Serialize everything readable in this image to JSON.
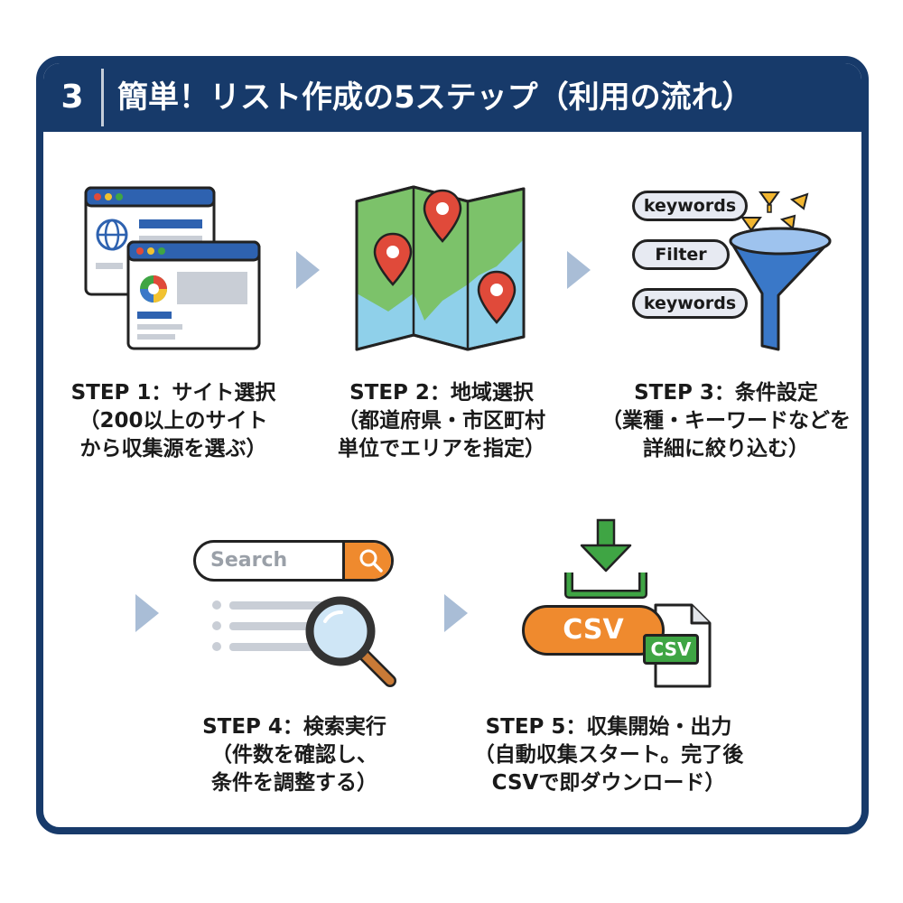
{
  "header": {
    "number": "3",
    "title": "簡単！リスト作成の5ステップ（利用の流れ）"
  },
  "steps": [
    {
      "title": "STEP 1：サイト選択",
      "desc1": "（200以上のサイト",
      "desc2": "から収集源を選ぶ）"
    },
    {
      "title": "STEP 2：地域選択",
      "desc1": "（都道府県・市区町村",
      "desc2": "単位でエリアを指定）"
    },
    {
      "title": "STEP 3：条件設定",
      "desc1": "（業種・キーワードなどを",
      "desc2": "詳細に絞り込む）"
    },
    {
      "title": "STEP 4：検索実行",
      "desc1": "（件数を確認し、",
      "desc2": "条件を調整する）"
    },
    {
      "title": "STEP 5：収集開始・出力",
      "desc1": "（自動収集スタート。完了後",
      "desc2": "CSVで即ダウンロード）"
    }
  ],
  "illustrations": {
    "step3_tags": [
      "keywords",
      "Filter",
      "keywords"
    ],
    "step4_search_placeholder": "Search",
    "step5_bar_label": "CSV",
    "step5_file_label": "CSV"
  },
  "icons": {
    "step1": "browser-windows-icon",
    "step2": "map-pins-icon",
    "step3": "filter-funnel-icon",
    "step4": "search-magnifier-icon",
    "step5": "csv-download-icon",
    "arrow": "chevron-right-icon"
  },
  "colors": {
    "navy": "#173a6a",
    "orange": "#ef8a2e",
    "green": "#3fa544",
    "red": "#e04a3a",
    "blue": "#3a78c8",
    "arrow": "#a9bdd6"
  }
}
